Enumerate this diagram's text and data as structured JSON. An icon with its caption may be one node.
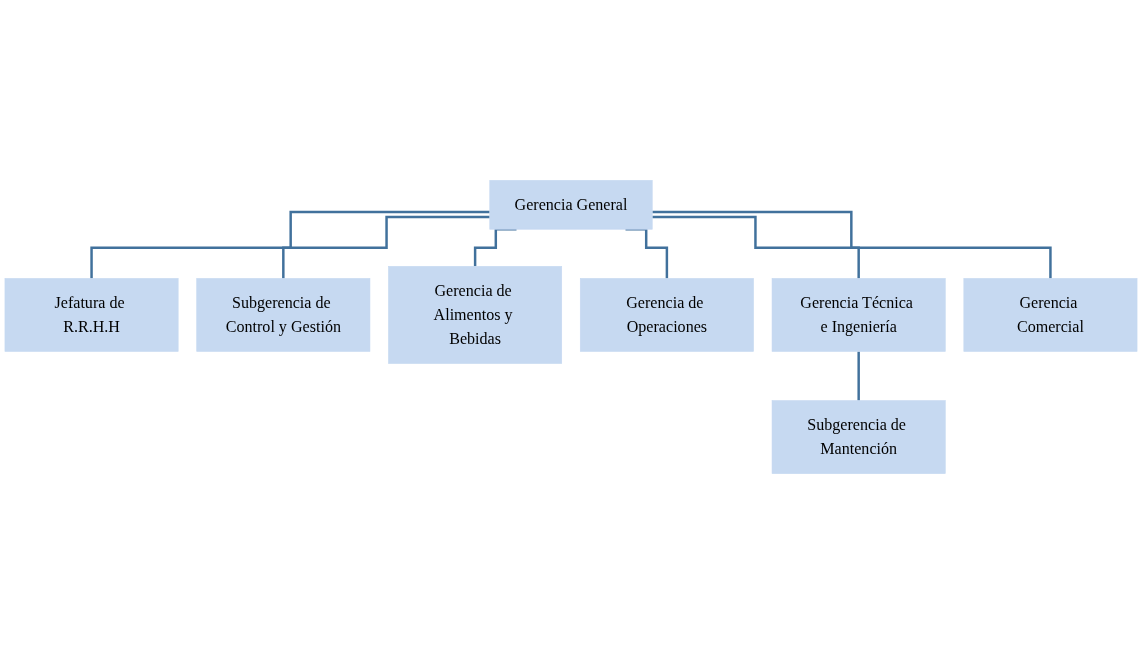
{
  "diagram": {
    "nodes": [
      {
        "text": [
          "Gerencia General"
        ]
      },
      {
        "text": [
          "Jefatura de R.R.H.H"
        ]
      },
      {
        "text": [
          "Subgerencia de Control y Gestión"
        ]
      },
      {
        "text": [
          "Gerencia de Alimentos y Bebidas"
        ]
      },
      {
        "text": [
          "Gerencia de Operaciones"
        ]
      },
      {
        "text": [
          "Gerencia Técnica e Ingeniería"
        ]
      },
      {
        "text": [
          "Gerencia Comercial"
        ]
      },
      {
        "text": [
          "Subgerencia de Mantención"
        ]
      }
    ],
    "edges": [
      {
        "from": 0,
        "to": 1,
        "arrow": "none"
      },
      {
        "from": 0,
        "to": 2,
        "arrow": "none"
      },
      {
        "from": 0,
        "to": 3,
        "arrow": "none"
      },
      {
        "from": 0,
        "to": 4,
        "arrow": "none"
      },
      {
        "from": 0,
        "to": 5,
        "arrow": "none"
      },
      {
        "from": 0,
        "to": 6,
        "arrow": "none"
      },
      {
        "from": 5,
        "to": 7,
        "arrow": "none"
      }
    ]
  }
}
